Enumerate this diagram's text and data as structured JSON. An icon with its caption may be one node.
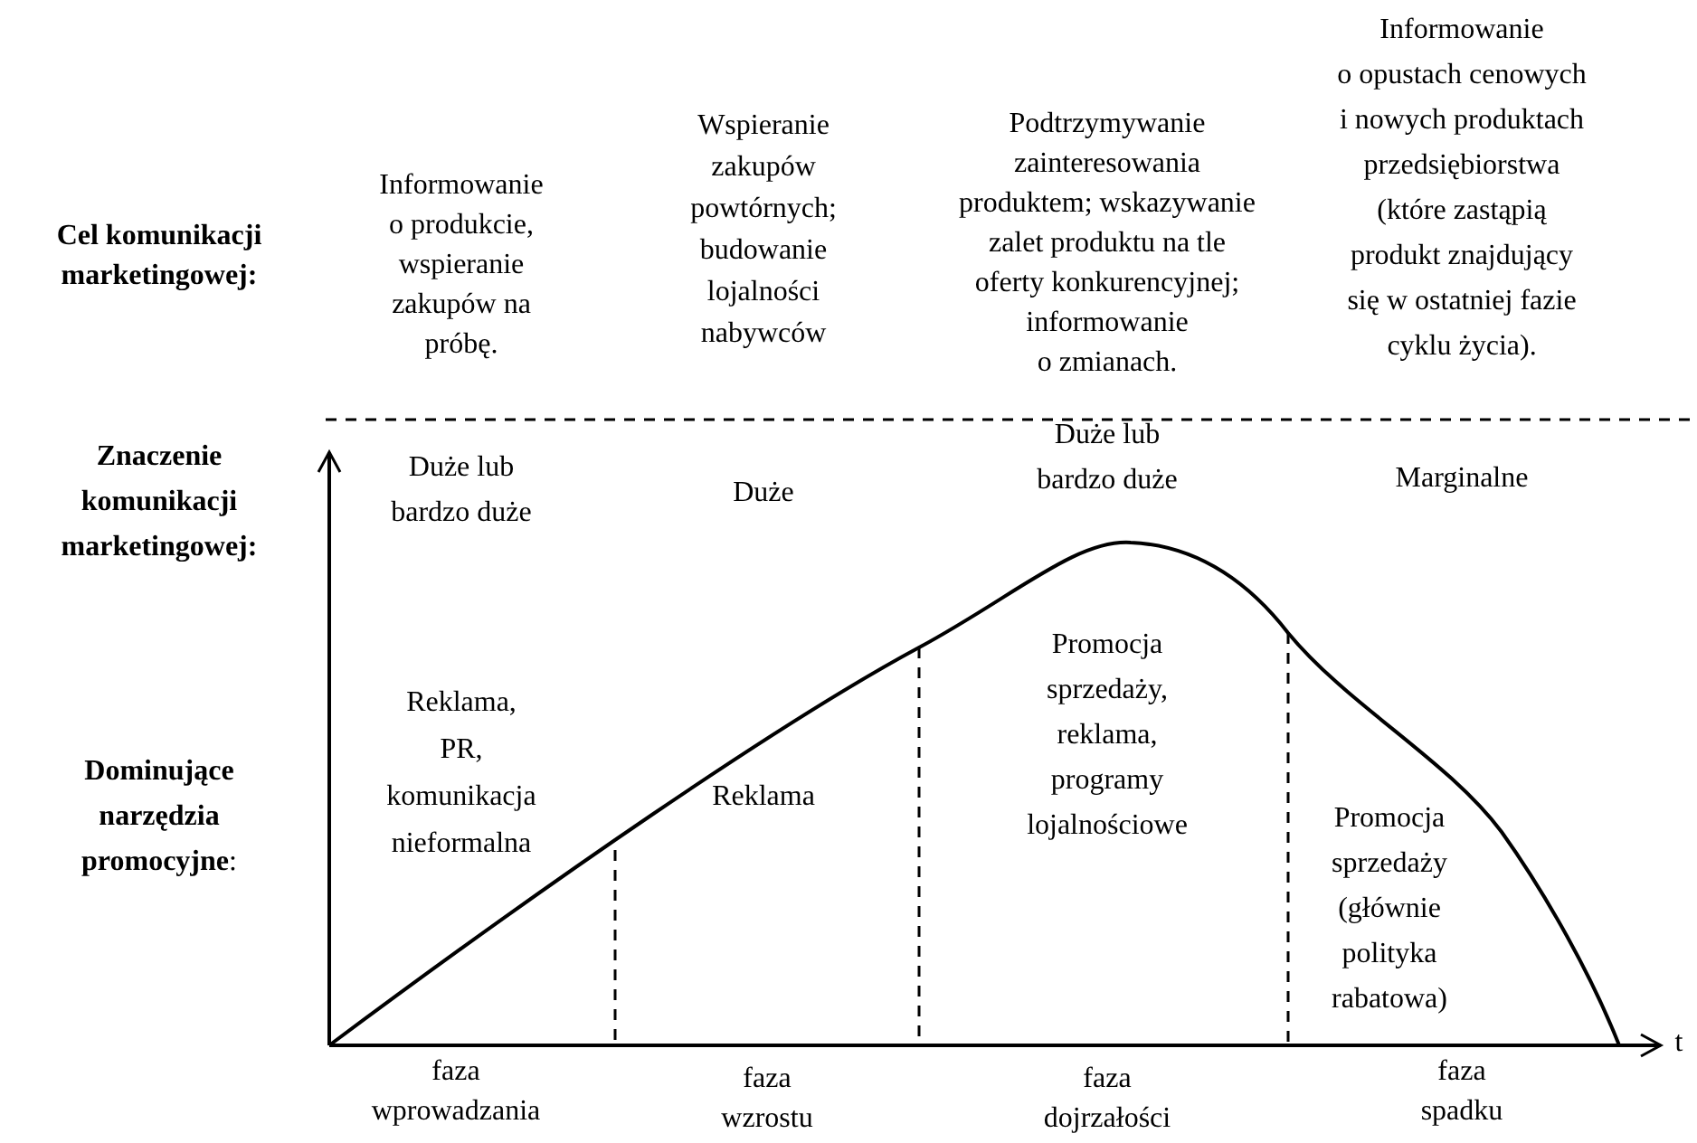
{
  "diagram": {
    "labels": [
      "Cel komunikacji marketingowej:",
      "Informowanie o produkcie, wspieranie zakupów na próbę.",
      "Wspieranie zakupów powtórnych; budowanie lojalności nabywców",
      "Podtrzymywanie zainteresowania produktem; wskazywanie zalet produktu na tle oferty konkurencyjnej; informowanie o zmianach.",
      "Informowanie o opustach cenowych i nowych produktach przedsiębiorstwa (które zastąpią produkt znajdujący się w ostatniej fazie cyklu życia).",
      "Znaczenie komunikacji marketingowej:",
      "Duże lub bardzo duże",
      "Duże",
      "Duże lub bardzo duże",
      "Marginalne",
      "**Dominujące narzędzia promocyjne**:",
      "Reklama, PR, komunikacja nieformalna",
      "Reklama",
      "Promocja sprzedaży, reklama, programy lojalnościowe",
      "Promocja sprzedaży (głównie polityka rabatowa)",
      "t",
      "faza wprowadzania",
      "faza wzrostu",
      "faza dojrzałości",
      "faza spadku"
    ]
  }
}
